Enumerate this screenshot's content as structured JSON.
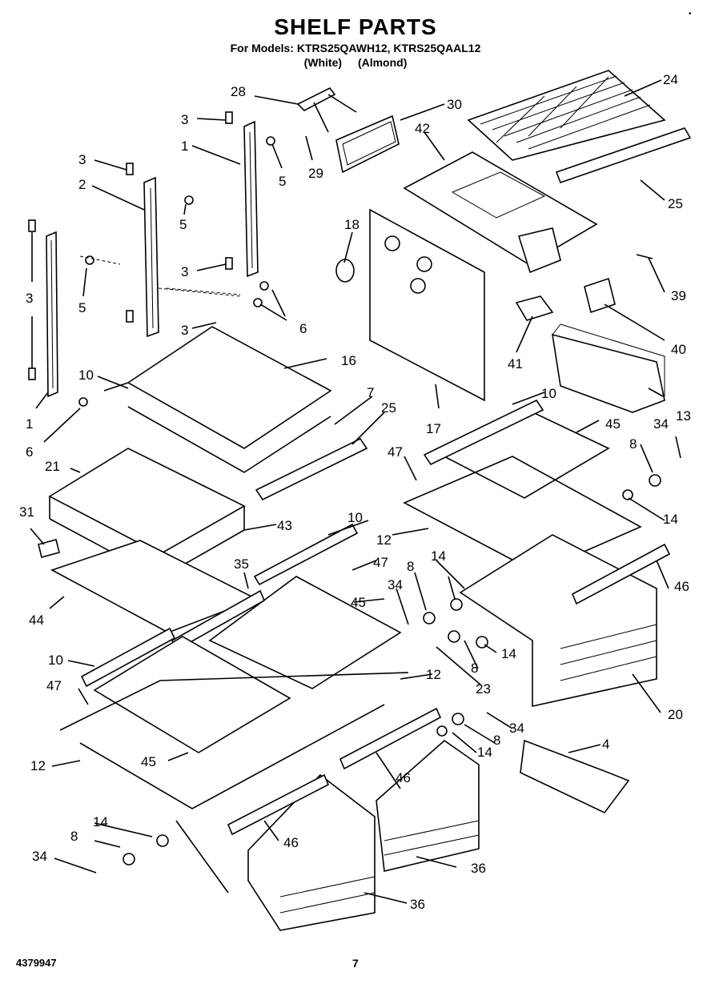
{
  "header": {
    "title": "SHELF PARTS",
    "models_line": "For Models: KTRS25QAWH12, KTRS25QAAL12",
    "color_white": "(White)",
    "color_almond": "(Almond)"
  },
  "footer": {
    "part_number": "4379947",
    "page_number": "7"
  },
  "corner_mark": "•",
  "callouts": [
    {
      "key": "c28",
      "text": "28"
    },
    {
      "key": "c30",
      "text": "30"
    },
    {
      "key": "c24",
      "text": "24"
    },
    {
      "key": "c3a",
      "text": "3"
    },
    {
      "key": "c1a",
      "text": "1"
    },
    {
      "key": "c5a",
      "text": "5"
    },
    {
      "key": "c29",
      "text": "29"
    },
    {
      "key": "c42",
      "text": "42"
    },
    {
      "key": "c3b",
      "text": "3"
    },
    {
      "key": "c2",
      "text": "2"
    },
    {
      "key": "c25a",
      "text": "25"
    },
    {
      "key": "c5b",
      "text": "5"
    },
    {
      "key": "c18",
      "text": "18"
    },
    {
      "key": "c3c",
      "text": "3"
    },
    {
      "key": "c3d",
      "text": "3"
    },
    {
      "key": "c5c",
      "text": "5"
    },
    {
      "key": "c39",
      "text": "39"
    },
    {
      "key": "c3e",
      "text": "3"
    },
    {
      "key": "c6a",
      "text": "6"
    },
    {
      "key": "c40",
      "text": "40"
    },
    {
      "key": "c41",
      "text": "41"
    },
    {
      "key": "c10a",
      "text": "10"
    },
    {
      "key": "c16",
      "text": "16"
    },
    {
      "key": "c7",
      "text": "7"
    },
    {
      "key": "c1b",
      "text": "1"
    },
    {
      "key": "c25b",
      "text": "25"
    },
    {
      "key": "c17",
      "text": "17"
    },
    {
      "key": "c10b",
      "text": "10"
    },
    {
      "key": "c13",
      "text": "13"
    },
    {
      "key": "c6b",
      "text": "6"
    },
    {
      "key": "c45a",
      "text": "45"
    },
    {
      "key": "c34a",
      "text": "34"
    },
    {
      "key": "c21",
      "text": "21"
    },
    {
      "key": "c47a",
      "text": "47"
    },
    {
      "key": "c8a",
      "text": "8"
    },
    {
      "key": "c31",
      "text": "31"
    },
    {
      "key": "c43",
      "text": "43"
    },
    {
      "key": "c10c",
      "text": "10"
    },
    {
      "key": "c14a",
      "text": "14"
    },
    {
      "key": "c12a",
      "text": "12"
    },
    {
      "key": "c35",
      "text": "35"
    },
    {
      "key": "c47b",
      "text": "47"
    },
    {
      "key": "c46a",
      "text": "46"
    },
    {
      "key": "c8b",
      "text": "8"
    },
    {
      "key": "c14b",
      "text": "14"
    },
    {
      "key": "c34b",
      "text": "34"
    },
    {
      "key": "c45b",
      "text": "45"
    },
    {
      "key": "c44",
      "text": "44"
    },
    {
      "key": "c14c",
      "text": "14"
    },
    {
      "key": "c10d",
      "text": "10"
    },
    {
      "key": "c8c",
      "text": "8"
    },
    {
      "key": "c12b",
      "text": "12"
    },
    {
      "key": "c47c",
      "text": "47"
    },
    {
      "key": "c23",
      "text": "23"
    },
    {
      "key": "c20",
      "text": "20"
    },
    {
      "key": "c34c",
      "text": "34"
    },
    {
      "key": "c8d",
      "text": "8"
    },
    {
      "key": "c45c",
      "text": "45"
    },
    {
      "key": "c14d",
      "text": "14"
    },
    {
      "key": "c4",
      "text": "4"
    },
    {
      "key": "c12c",
      "text": "12"
    },
    {
      "key": "c46b",
      "text": "46"
    },
    {
      "key": "c14e",
      "text": "14"
    },
    {
      "key": "c8e",
      "text": "8"
    },
    {
      "key": "c46c",
      "text": "46"
    },
    {
      "key": "c34d",
      "text": "34"
    },
    {
      "key": "c36a",
      "text": "36"
    },
    {
      "key": "c36b",
      "text": "36"
    }
  ]
}
